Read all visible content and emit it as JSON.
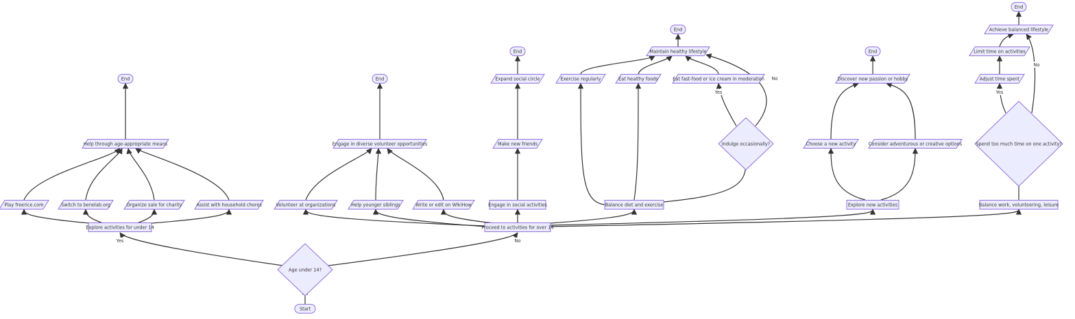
{
  "diagram": {
    "nodes": [
      {
        "id": "start",
        "shape": "stadium",
        "label": "Start"
      },
      {
        "id": "age",
        "shape": "diamond",
        "label": "Age under 14?"
      },
      {
        "id": "under14",
        "shape": "rect",
        "label": "Explore activities for under 14"
      },
      {
        "id": "over14",
        "shape": "rect",
        "label": "Proceed to activities for over 14"
      },
      {
        "id": "freerice",
        "shape": "parallelogram",
        "label": "Play freerice.com"
      },
      {
        "id": "benelab",
        "shape": "parallelogram",
        "label": "Switch to benelab.org"
      },
      {
        "id": "charity",
        "shape": "parallelogram",
        "label": "Organize sale for charity"
      },
      {
        "id": "chores",
        "shape": "parallelogram",
        "label": "Assist with household chores"
      },
      {
        "id": "helpAge",
        "shape": "parallelogram",
        "label": "Help through age-appropriate means"
      },
      {
        "id": "end1",
        "shape": "stadium",
        "label": "End"
      },
      {
        "id": "volunteerOrg",
        "shape": "parallelogram",
        "label": "Volunteer at organizations"
      },
      {
        "id": "siblings",
        "shape": "parallelogram",
        "label": "Help younger siblings"
      },
      {
        "id": "wikihow",
        "shape": "parallelogram",
        "label": "Write or edit on WikiHow"
      },
      {
        "id": "diverse",
        "shape": "parallelogram",
        "label": "Engage in diverse volunteer opportunities"
      },
      {
        "id": "end2",
        "shape": "stadium",
        "label": "End"
      },
      {
        "id": "social",
        "shape": "rect",
        "label": "Engage in social activities"
      },
      {
        "id": "friends",
        "shape": "parallelogram",
        "label": "Make new friends"
      },
      {
        "id": "circle",
        "shape": "parallelogram",
        "label": "Expand social circle"
      },
      {
        "id": "end3",
        "shape": "stadium",
        "label": "End"
      },
      {
        "id": "balanceDiet",
        "shape": "rect",
        "label": "Balance diet and exercise"
      },
      {
        "id": "exercise",
        "shape": "parallelogram",
        "label": "Exercise regularly"
      },
      {
        "id": "healthy",
        "shape": "parallelogram",
        "label": "Eat healthy foods"
      },
      {
        "id": "fastfood",
        "shape": "parallelogram",
        "label": "Eat fast-food or ice cream in moderation"
      },
      {
        "id": "indulge",
        "shape": "diamond",
        "label": "Indulge occasionally?"
      },
      {
        "id": "maintain",
        "shape": "parallelogram",
        "label": "Maintain healthy lifestyle"
      },
      {
        "id": "end4",
        "shape": "stadium",
        "label": "End"
      },
      {
        "id": "explore",
        "shape": "rect",
        "label": "Explore new activities"
      },
      {
        "id": "choose",
        "shape": "parallelogram",
        "label": "Choose a new activity"
      },
      {
        "id": "adventurous",
        "shape": "parallelogram",
        "label": "Consider adventurous or creative options"
      },
      {
        "id": "passion",
        "shape": "parallelogram",
        "label": "Discover new passion or hobby"
      },
      {
        "id": "end5",
        "shape": "stadium",
        "label": "End"
      },
      {
        "id": "balanceWork",
        "shape": "rect",
        "label": "Balance work, volunteering, leisure"
      },
      {
        "id": "tooMuch",
        "shape": "diamond",
        "label": "Spend too much time on one activity?"
      },
      {
        "id": "adjust",
        "shape": "parallelogram",
        "label": "Adjust time spent"
      },
      {
        "id": "limit",
        "shape": "parallelogram",
        "label": "Limit time on activities"
      },
      {
        "id": "achieve",
        "shape": "parallelogram",
        "label": "Achieve balanced lifestyle"
      },
      {
        "id": "end6",
        "shape": "stadium",
        "label": "End"
      }
    ],
    "edges": [
      {
        "from": "start",
        "to": "age",
        "label": ""
      },
      {
        "from": "age",
        "to": "under14",
        "label": "Yes"
      },
      {
        "from": "age",
        "to": "over14",
        "label": "No"
      },
      {
        "from": "under14",
        "to": "freerice",
        "label": ""
      },
      {
        "from": "under14",
        "to": "benelab",
        "label": ""
      },
      {
        "from": "under14",
        "to": "charity",
        "label": ""
      },
      {
        "from": "under14",
        "to": "chores",
        "label": ""
      },
      {
        "from": "freerice",
        "to": "helpAge",
        "label": ""
      },
      {
        "from": "benelab",
        "to": "helpAge",
        "label": ""
      },
      {
        "from": "charity",
        "to": "helpAge",
        "label": ""
      },
      {
        "from": "chores",
        "to": "helpAge",
        "label": ""
      },
      {
        "from": "helpAge",
        "to": "end1",
        "label": ""
      },
      {
        "from": "over14",
        "to": "volunteerOrg",
        "label": ""
      },
      {
        "from": "over14",
        "to": "siblings",
        "label": ""
      },
      {
        "from": "over14",
        "to": "wikihow",
        "label": ""
      },
      {
        "from": "over14",
        "to": "social",
        "label": ""
      },
      {
        "from": "over14",
        "to": "balanceDiet",
        "label": ""
      },
      {
        "from": "over14",
        "to": "explore",
        "label": ""
      },
      {
        "from": "over14",
        "to": "balanceWork",
        "label": ""
      },
      {
        "from": "volunteerOrg",
        "to": "diverse",
        "label": ""
      },
      {
        "from": "siblings",
        "to": "diverse",
        "label": ""
      },
      {
        "from": "wikihow",
        "to": "diverse",
        "label": ""
      },
      {
        "from": "diverse",
        "to": "end2",
        "label": ""
      },
      {
        "from": "social",
        "to": "friends",
        "label": ""
      },
      {
        "from": "friends",
        "to": "circle",
        "label": ""
      },
      {
        "from": "circle",
        "to": "end3",
        "label": ""
      },
      {
        "from": "balanceDiet",
        "to": "exercise",
        "label": ""
      },
      {
        "from": "balanceDiet",
        "to": "healthy",
        "label": ""
      },
      {
        "from": "balanceDiet",
        "to": "indulge",
        "label": ""
      },
      {
        "from": "indulge",
        "to": "fastfood",
        "label": "Yes"
      },
      {
        "from": "indulge",
        "to": "maintain",
        "label": "No"
      },
      {
        "from": "exercise",
        "to": "maintain",
        "label": ""
      },
      {
        "from": "healthy",
        "to": "maintain",
        "label": ""
      },
      {
        "from": "fastfood",
        "to": "maintain",
        "label": ""
      },
      {
        "from": "maintain",
        "to": "end4",
        "label": ""
      },
      {
        "from": "explore",
        "to": "choose",
        "label": ""
      },
      {
        "from": "explore",
        "to": "adventurous",
        "label": ""
      },
      {
        "from": "choose",
        "to": "passion",
        "label": ""
      },
      {
        "from": "adventurous",
        "to": "passion",
        "label": ""
      },
      {
        "from": "passion",
        "to": "end5",
        "label": ""
      },
      {
        "from": "balanceWork",
        "to": "tooMuch",
        "label": ""
      },
      {
        "from": "tooMuch",
        "to": "adjust",
        "label": "Yes"
      },
      {
        "from": "tooMuch",
        "to": "achieve",
        "label": "No"
      },
      {
        "from": "adjust",
        "to": "limit",
        "label": ""
      },
      {
        "from": "limit",
        "to": "achieve",
        "label": ""
      },
      {
        "from": "achieve",
        "to": "end6",
        "label": ""
      }
    ]
  }
}
